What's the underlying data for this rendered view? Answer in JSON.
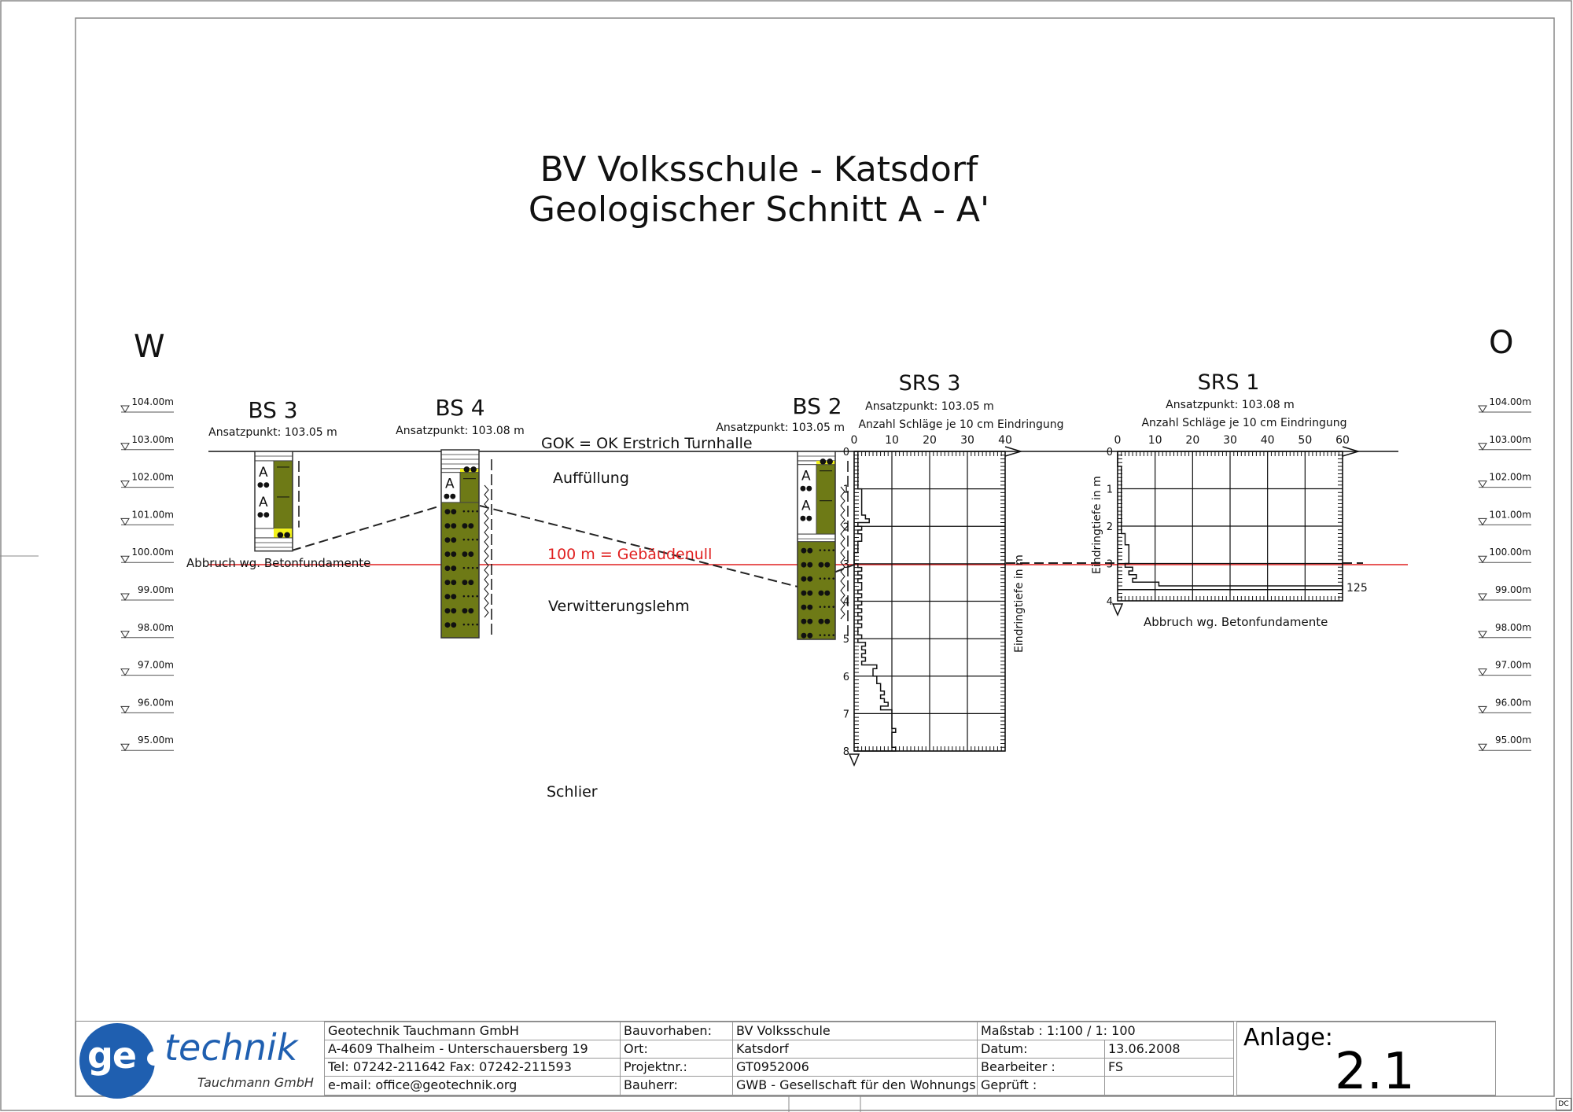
{
  "title": {
    "line1": "BV Volksschule - Katsdorf",
    "line2": "Geologischer Schnitt A - A'"
  },
  "directions": {
    "west": "W",
    "east": "O"
  },
  "elevations": [
    "104.00m",
    "103.00m",
    "102.00m",
    "101.00m",
    "100.00m",
    "99.00m",
    "98.00m",
    "97.00m",
    "96.00m",
    "95.00m"
  ],
  "labels": {
    "gok": "GOK = OK Erstrich Turnhalle",
    "auffuellung": "Auffüllung",
    "gebaeudenull": "100 m = Gebäudenull",
    "verwitterungslehm": "Verwitterungslehm",
    "schlier": "Schlier",
    "abbruch_bs3": "Abbruch wg. Betonfundamente",
    "abbruch_srs1": "Abbruch wg. Betonfundamente"
  },
  "colors": {
    "olive": "#6e7a16",
    "yellow": "#f2f21a",
    "red": "#e02020",
    "logo_blue": "#1f5fb0"
  },
  "boreholes": [
    {
      "name": "BS 3",
      "ansatz": "Ansatzpunkt: 103.05 m",
      "symbol": "A",
      "layers": [
        {
          "from": 0,
          "to": 0.25,
          "kind": "white"
        },
        {
          "from": 0.25,
          "to": 2.05,
          "kind": "A"
        },
        {
          "from": 2.05,
          "to": 2.3,
          "kind": "yellow"
        },
        {
          "from": 2.3,
          "to": 2.65,
          "kind": "white"
        }
      ]
    },
    {
      "name": "BS 4",
      "ansatz": "Ansatzpunkt: 103.08 m",
      "symbol": "A",
      "layers": [
        {
          "from": 0,
          "to": 0.5,
          "kind": "white"
        },
        {
          "from": 0.5,
          "to": 0.6,
          "kind": "yellow"
        },
        {
          "from": 0.6,
          "to": 1.4,
          "kind": "A"
        },
        {
          "from": 1.4,
          "to": 5.0,
          "kind": "olive"
        }
      ]
    },
    {
      "name": "BS 2",
      "ansatz": "Ansatzpunkt: 103.05 m",
      "symbol": "A",
      "layers": [
        {
          "from": 0,
          "to": 0.25,
          "kind": "white"
        },
        {
          "from": 0.25,
          "to": 0.35,
          "kind": "yellow"
        },
        {
          "from": 0.35,
          "to": 2.2,
          "kind": "A"
        },
        {
          "from": 2.2,
          "to": 2.4,
          "kind": "white"
        },
        {
          "from": 2.4,
          "to": 5.0,
          "kind": "olive"
        }
      ]
    }
  ],
  "chart_data": [
    {
      "type": "line",
      "title": "SRS 3",
      "subtitle": "Ansatzpunkt: 103.05 m",
      "xlabel": "Anzahl Schläge je 10 cm Eindringung",
      "ylabel": "Eindringtiefe in m",
      "xlim": [
        0,
        40
      ],
      "ylim": [
        0,
        8
      ],
      "xticks": [
        "0",
        "10",
        "20",
        "30",
        "40"
      ],
      "yticks": [
        "0",
        "1",
        "2",
        "3",
        "4",
        "5",
        "6",
        "7",
        "8"
      ],
      "depth_step_m": 0.1,
      "values": [
        1,
        1,
        1,
        1,
        1,
        1,
        1,
        1,
        1,
        1,
        2,
        2,
        2,
        2,
        2,
        2,
        2,
        3,
        4,
        1,
        2,
        1,
        2,
        2,
        1,
        1,
        1,
        0,
        0,
        0,
        1,
        2,
        1,
        2,
        1,
        2,
        2,
        1,
        2,
        1,
        2,
        1,
        2,
        1,
        2,
        1,
        2,
        1,
        1,
        2,
        1,
        3,
        2,
        3,
        2,
        3,
        2,
        6,
        5,
        5,
        6,
        6,
        7,
        7,
        8,
        7,
        8,
        9,
        7,
        10,
        10,
        10,
        10,
        10,
        11,
        10,
        10,
        10,
        10,
        11
      ]
    },
    {
      "type": "line",
      "title": "SRS 1",
      "subtitle": "Ansatzpunkt: 103.08 m",
      "xlabel": "Anzahl Schläge je 10 cm Eindringung",
      "ylabel": "Eindringtiefe in m",
      "xlim": [
        0,
        60
      ],
      "ylim": [
        0,
        4
      ],
      "xticks": [
        "0",
        "10",
        "20",
        "30",
        "40",
        "50",
        "60"
      ],
      "yticks": [
        "0",
        "1",
        "2",
        "3",
        "4"
      ],
      "depth_step_m": 0.1,
      "values": [
        0,
        0,
        0,
        0,
        1,
        1,
        1,
        1,
        1,
        1,
        1,
        1,
        1,
        1,
        1,
        1,
        1,
        1,
        1,
        1,
        1,
        1,
        2,
        2,
        2,
        3,
        3,
        3,
        3,
        3,
        2,
        4,
        3,
        5,
        4,
        11,
        125
      ],
      "annotation": "125"
    }
  ],
  "titleblock": {
    "company": [
      "Geotechnik Tauchmann GmbH",
      "A-4609 Thalheim - Unterschauersberg 19",
      "Tel: 07242-211642  Fax: 07242-211593",
      "e-mail: office@geotechnik.org"
    ],
    "logo": {
      "geo": "ge",
      "technik": "technik",
      "sub": "Tauchmann GmbH"
    },
    "fields": [
      {
        "label": "Bauvorhaben:",
        "value": "BV Volksschule"
      },
      {
        "label": "Ort:",
        "value": "Katsdorf"
      },
      {
        "label": "Projektnr.:",
        "value": "GT0952006"
      },
      {
        "label": "Bauherr:",
        "value": "GWB - Gesellschaft für den Wohnungsbau"
      }
    ],
    "massstab": "Maßstab   :  1:100 / 1: 100",
    "datum_label": "Datum:",
    "datum": "13.06.2008",
    "bearbeiter_label": "Bearbeiter :",
    "bearbeiter": "FS",
    "geprueft_label": "Geprüft     :",
    "geprueft": "",
    "anlage_label": "Anlage:",
    "anlage": "2.1",
    "corner_mark": "DC"
  }
}
